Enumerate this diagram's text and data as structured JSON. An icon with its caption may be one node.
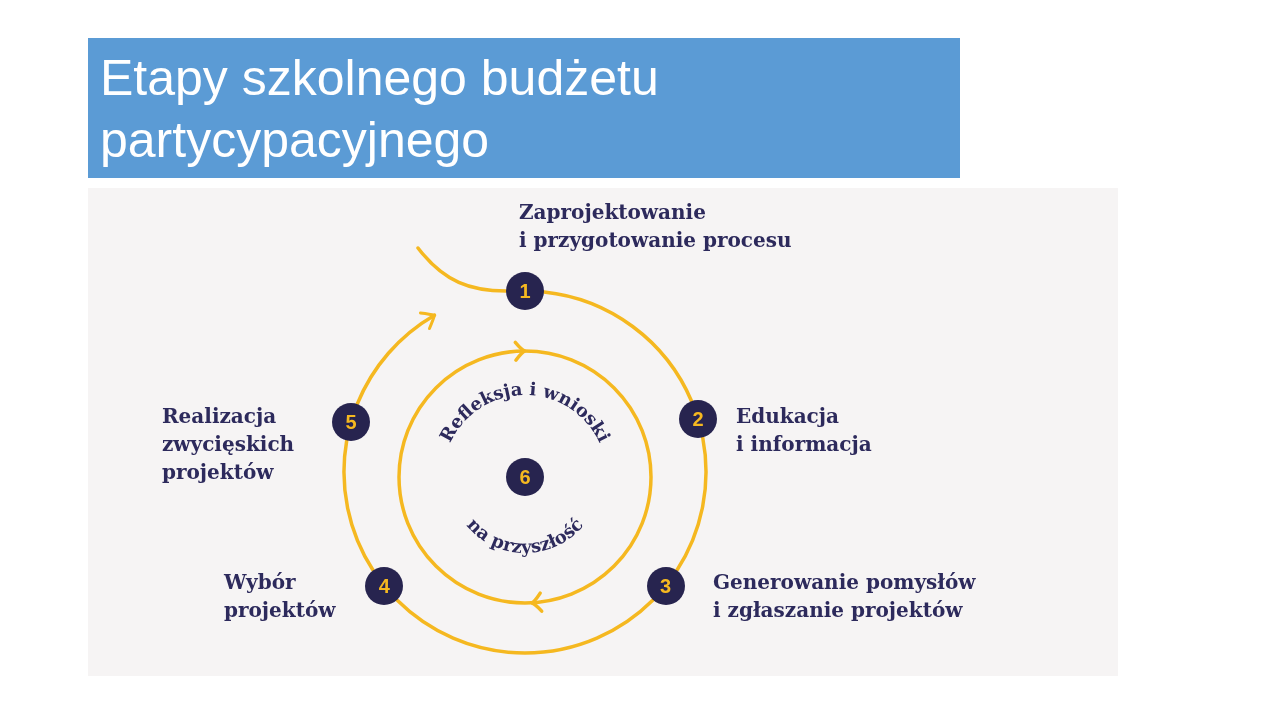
{
  "diagram": {
    "title": "Etapy szkolnego budżetu partycypacyjnego",
    "nodes": [
      {
        "text": [
          "1"
        ],
        "beside": [
          "Zaprojektowanie i przygotowanie procesu"
        ]
      },
      {
        "text": [
          "2"
        ],
        "beside": [
          "Edukacja i informacja"
        ]
      },
      {
        "text": [
          "3"
        ],
        "beside": [
          "Generowanie pomysłów i zgłaszanie projektów"
        ]
      },
      {
        "text": [
          "4"
        ],
        "beside": [
          "Wybór projektów"
        ]
      },
      {
        "text": [
          "5"
        ],
        "beside": [
          "Realizacja zwycięskich projektów"
        ]
      },
      {
        "text": [
          "6"
        ],
        "beside": [
          "Refleksja i wnioski",
          "na przyszłość"
        ]
      }
    ],
    "edges": [
      {
        "from": null,
        "to": 0,
        "arrow": "none"
      },
      {
        "from": 0,
        "to": 1,
        "arrow": "none"
      },
      {
        "from": 1,
        "to": 2,
        "arrow": "none"
      },
      {
        "from": 2,
        "to": 3,
        "arrow": "none"
      },
      {
        "from": 3,
        "to": 4,
        "arrow": "none"
      },
      {
        "from": 4,
        "to": null,
        "arrow": "to"
      }
    ]
  }
}
